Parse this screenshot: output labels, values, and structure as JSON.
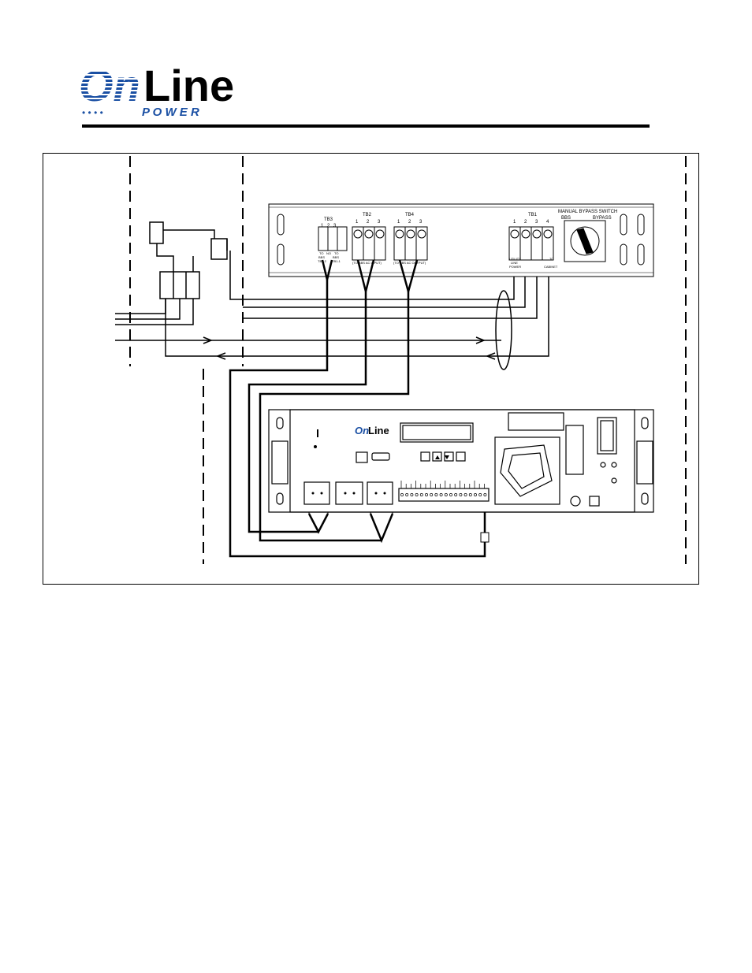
{
  "logo": {
    "word_on": "On",
    "word_line": "Line",
    "word_power": "P O W E R",
    "dots": "• • • •"
  },
  "bypass_panel": {
    "title": "MANUAL BYPASS SWITCH",
    "switch_left": "BBS",
    "switch_right": "BYPASS",
    "tb3": {
      "label": "TB3",
      "terminals": [
        "1",
        "2",
        "3"
      ],
      "bottom_labels": [
        "TO",
        "NO",
        "TO"
      ],
      "bottom_labels_2": [
        "BBS",
        "",
        "BBS"
      ],
      "bottom_labels_3": [
        "TB1-2",
        "",
        "TB1-1"
      ]
    },
    "tb2": {
      "label": "TB2",
      "terminals": [
        "1",
        "2",
        "3"
      ],
      "caption": "(TO BBS AC INPUT)"
    },
    "tb4": {
      "label": "TB4",
      "terminals": [
        "1",
        "2",
        "3"
      ],
      "caption": "(TO BBS AC OUTPUT)"
    },
    "tb1": {
      "label": "TB1",
      "terminals": [
        "1",
        "2",
        "3",
        "4"
      ],
      "caption_left": "UTILITY",
      "caption_left_2": "LINE",
      "caption_left_3": "POWER",
      "caption_right": "TO",
      "caption_right_2": "CABINET"
    }
  },
  "ups_unit": {
    "brand_on": "On",
    "brand_line": "Line"
  },
  "colors": {
    "ink": "#000000",
    "logo_blue": "#1a4fa3",
    "paper": "#ffffff"
  }
}
